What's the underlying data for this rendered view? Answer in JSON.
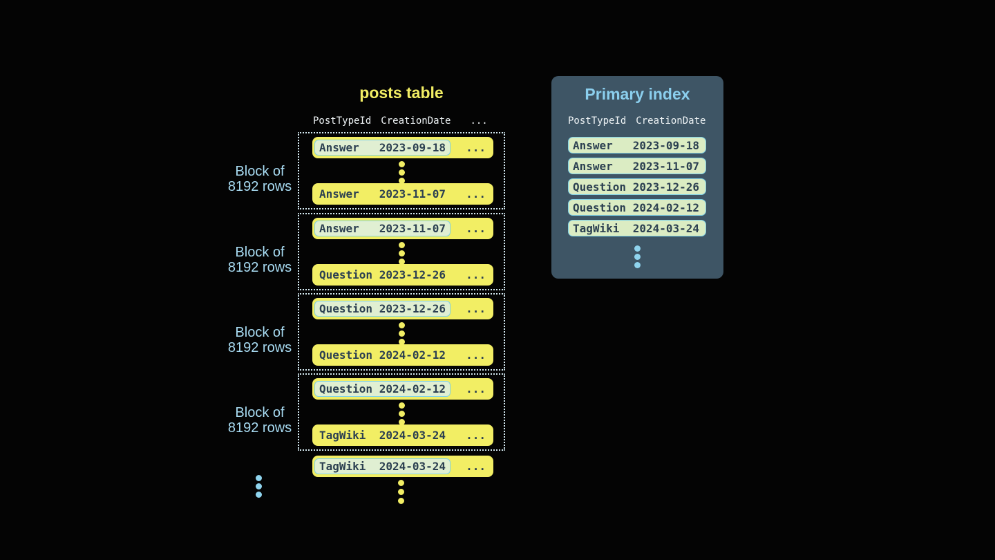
{
  "posts_table": {
    "title": "posts table",
    "columns": {
      "col1": "PostTypeId",
      "col2": "CreationDate",
      "more": "..."
    },
    "row_ellipsis": "...",
    "block_label": {
      "line1": "Block of",
      "line2": "8192 rows"
    },
    "blocks": [
      {
        "first_row": {
          "type": "Answer",
          "date": "2023-09-18"
        },
        "last_row": {
          "type": "Answer",
          "date": "2023-11-07"
        }
      },
      {
        "first_row": {
          "type": "Answer",
          "date": "2023-11-07"
        },
        "last_row": {
          "type": "Question",
          "date": "2023-12-26"
        }
      },
      {
        "first_row": {
          "type": "Question",
          "date": "2023-12-26"
        },
        "last_row": {
          "type": "Question",
          "date": "2024-02-12"
        }
      },
      {
        "first_row": {
          "type": "Question",
          "date": "2024-02-12"
        },
        "last_row": {
          "type": "TagWiki",
          "date": "2024-03-24"
        }
      }
    ],
    "overflow_row": {
      "type": "TagWiki",
      "date": "2024-03-24"
    }
  },
  "primary_index": {
    "title": "Primary index",
    "columns": {
      "col1": "PostTypeId",
      "col2": "CreationDate"
    },
    "rows": [
      {
        "type": "Answer",
        "date": "2023-09-18"
      },
      {
        "type": "Answer",
        "date": "2023-11-07"
      },
      {
        "type": "Question",
        "date": "2023-12-26"
      },
      {
        "type": "Question",
        "date": "2024-02-12"
      },
      {
        "type": "TagWiki",
        "date": "2024-03-24"
      }
    ]
  },
  "colors": {
    "background": "#040404",
    "row_yellow": "#f2ee64",
    "row_text": "#2c4051",
    "highlight_green": "#e0efd2",
    "index_row_green": "#dbecc3",
    "cyan_border": "#7fd2e6",
    "panel_background": "#3e5565",
    "panel_title": "#8bcfee",
    "block_label_blue": "#a8dbf2",
    "header_text": "#eef3f5",
    "dotted_border": "#d6ebf3",
    "blue_dot": "#8fd4ee"
  }
}
